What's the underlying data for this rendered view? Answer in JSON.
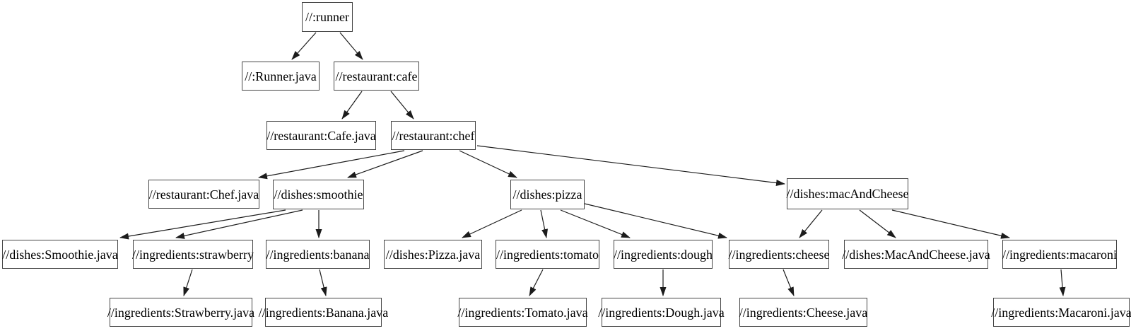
{
  "graph": {
    "type": "directed-dependency-graph",
    "nodes": [
      {
        "id": "runner",
        "label": "//:runner"
      },
      {
        "id": "runner-java",
        "label": "//:Runner.java"
      },
      {
        "id": "cafe",
        "label": "//restaurant:cafe"
      },
      {
        "id": "cafe-java",
        "label": "//restaurant:Cafe.java"
      },
      {
        "id": "chef",
        "label": "//restaurant:chef"
      },
      {
        "id": "chef-java",
        "label": "//restaurant:Chef.java"
      },
      {
        "id": "smoothie",
        "label": "//dishes:smoothie"
      },
      {
        "id": "pizza",
        "label": "//dishes:pizza"
      },
      {
        "id": "mac-and-cheese",
        "label": "//dishes:macAndCheese"
      },
      {
        "id": "smoothie-java",
        "label": "//dishes:Smoothie.java"
      },
      {
        "id": "strawberry",
        "label": "//ingredients:strawberry"
      },
      {
        "id": "banana",
        "label": "//ingredients:banana"
      },
      {
        "id": "pizza-java",
        "label": "//dishes:Pizza.java"
      },
      {
        "id": "tomato",
        "label": "//ingredients:tomato"
      },
      {
        "id": "dough",
        "label": "//ingredients:dough"
      },
      {
        "id": "cheese",
        "label": "//ingredients:cheese"
      },
      {
        "id": "mac-and-cheese-java",
        "label": "//dishes:MacAndCheese.java"
      },
      {
        "id": "macaroni",
        "label": "//ingredients:macaroni"
      },
      {
        "id": "strawberry-java",
        "label": "//ingredients:Strawberry.java"
      },
      {
        "id": "banana-java",
        "label": "//ingredients:Banana.java"
      },
      {
        "id": "tomato-java",
        "label": "//ingredients:Tomato.java"
      },
      {
        "id": "dough-java",
        "label": "//ingredients:Dough.java"
      },
      {
        "id": "cheese-java",
        "label": "//ingredients:Cheese.java"
      },
      {
        "id": "macaroni-java",
        "label": "//ingredients:Macaroni.java"
      }
    ],
    "edges": [
      {
        "from": "runner",
        "to": "runner-java"
      },
      {
        "from": "runner",
        "to": "cafe"
      },
      {
        "from": "cafe",
        "to": "cafe-java"
      },
      {
        "from": "cafe",
        "to": "chef"
      },
      {
        "from": "chef",
        "to": "chef-java"
      },
      {
        "from": "chef",
        "to": "smoothie"
      },
      {
        "from": "chef",
        "to": "pizza"
      },
      {
        "from": "chef",
        "to": "mac-and-cheese"
      },
      {
        "from": "smoothie",
        "to": "smoothie-java"
      },
      {
        "from": "smoothie",
        "to": "strawberry"
      },
      {
        "from": "smoothie",
        "to": "banana"
      },
      {
        "from": "strawberry",
        "to": "strawberry-java"
      },
      {
        "from": "banana",
        "to": "banana-java"
      },
      {
        "from": "pizza",
        "to": "pizza-java"
      },
      {
        "from": "pizza",
        "to": "tomato"
      },
      {
        "from": "pizza",
        "to": "dough"
      },
      {
        "from": "pizza",
        "to": "cheese"
      },
      {
        "from": "mac-and-cheese",
        "to": "cheese"
      },
      {
        "from": "mac-and-cheese",
        "to": "mac-and-cheese-java"
      },
      {
        "from": "mac-and-cheese",
        "to": "macaroni"
      },
      {
        "from": "tomato",
        "to": "tomato-java"
      },
      {
        "from": "dough",
        "to": "dough-java"
      },
      {
        "from": "cheese",
        "to": "cheese-java"
      },
      {
        "from": "macaroni",
        "to": "macaroni-java"
      }
    ],
    "colors": {
      "background": "#ffffff",
      "node_fill": "#ffffff",
      "node_border": "#454545",
      "edge": "#1c1c1c",
      "text": "#000000"
    }
  }
}
